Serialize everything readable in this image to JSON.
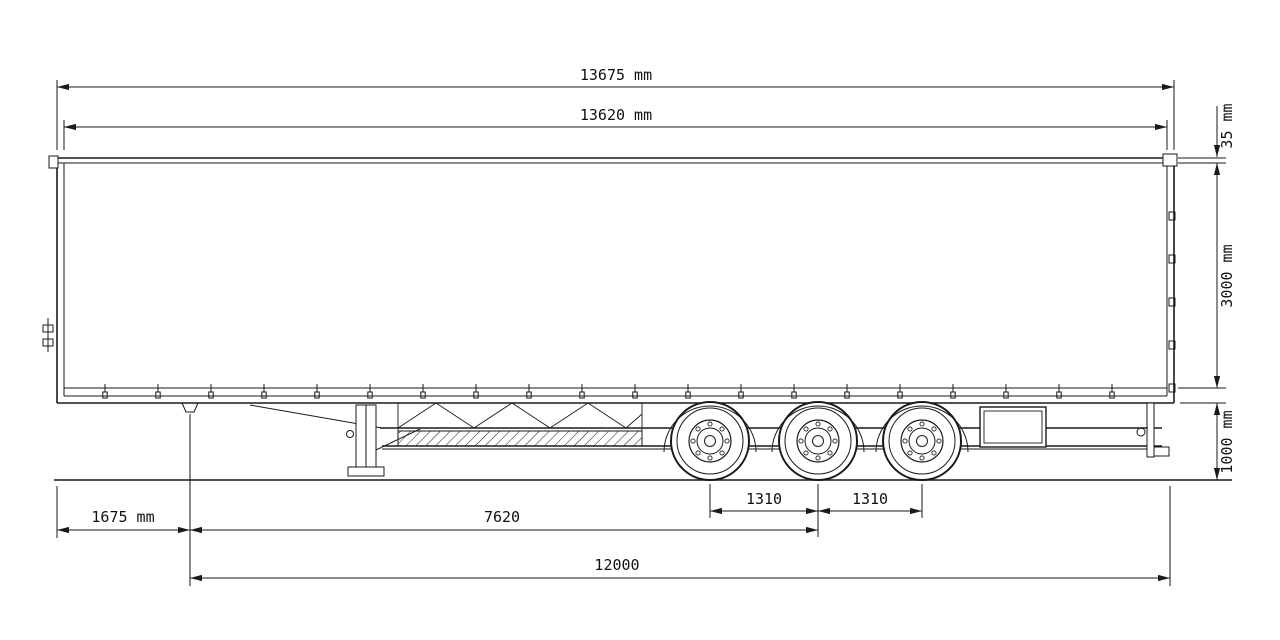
{
  "drawing": {
    "units": "mm",
    "line_color": "#1a1a1a",
    "background_color": "#ffffff",
    "dimensions": {
      "overall_length": "13675 mm",
      "body_length": "13620 mm",
      "roof_rail": "35 mm",
      "side_height": "3000 mm",
      "floor_height": "1000 mm",
      "front_overhang": "1675 mm",
      "kingpin_to_bogie": "7620",
      "axle_spacing_1": "1310",
      "axle_spacing_2": "1310",
      "kingpin_to_rear": "12000"
    }
  }
}
